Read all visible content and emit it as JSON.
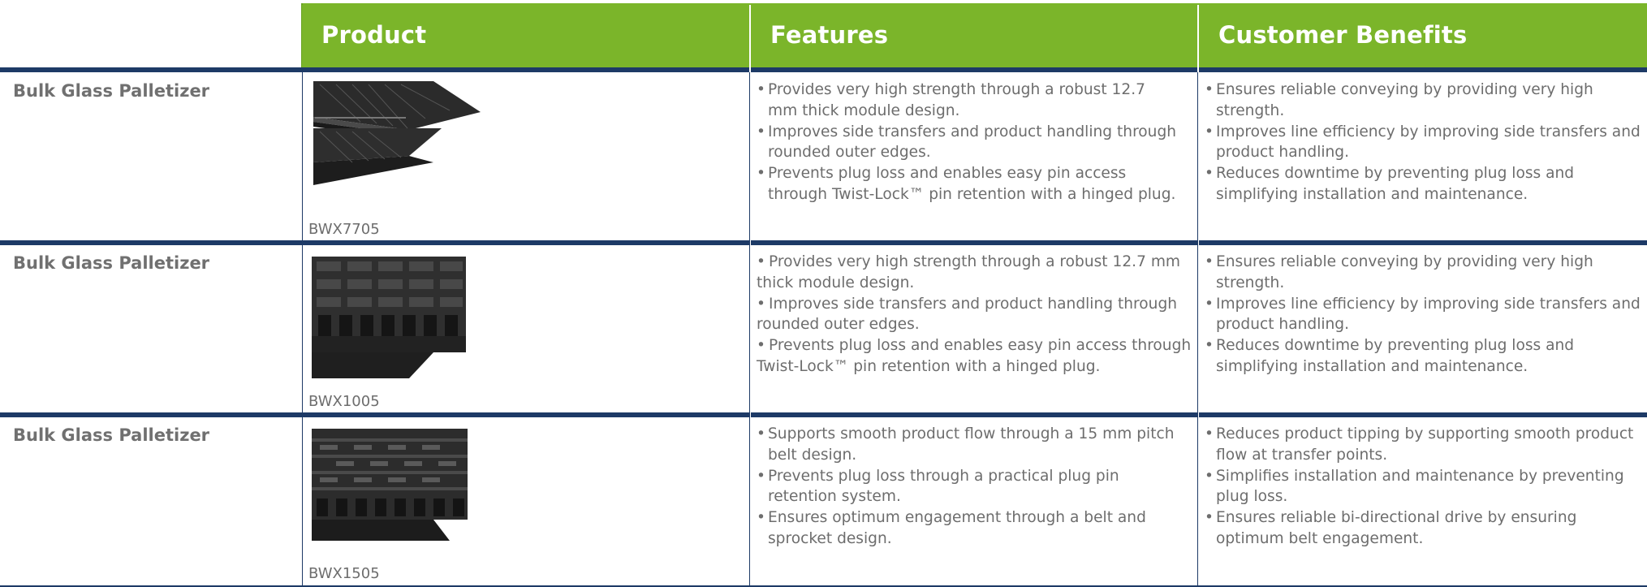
{
  "header": {
    "col_product": "Product",
    "col_features": "Features",
    "col_benefits": "Customer Benefits"
  },
  "rows": [
    {
      "application": "Bulk Glass Palletizer",
      "code": "BWX7705",
      "image_icon": "belt-module-flat-icon",
      "features": [
        "Provides very high strength through a robust 12.7 mm thick module design.",
        "Improves side transfers and product handling through rounded outer edges.",
        "Prevents plug loss and enables easy pin access through Twist-Lock™ pin retention with a hinged plug."
      ],
      "benefits": [
        "Ensures reliable conveying by providing very high strength.",
        "Improves line efficiency by improving side transfers and product handling.",
        "Reduces downtime by preventing plug loss and simplifying installation and maintenance."
      ]
    },
    {
      "application": "Bulk Glass Palletizer",
      "code": "BWX1005",
      "image_icon": "belt-module-ribbed-icon",
      "features": [
        "Provides very high strength through a robust 12.7 mm thick module design.",
        "Improves side transfers and product handling through rounded outer edges.",
        "Prevents plug loss and enables easy pin access through Twist-Lock™ pin retention with a hinged plug."
      ],
      "benefits": [
        "Ensures reliable conveying by providing very high strength.",
        "Improves line efficiency by improving side transfers and product handling.",
        "Reduces downtime by preventing plug loss and simplifying installation and maintenance."
      ]
    },
    {
      "application": "Bulk Glass Palletizer",
      "code": "BWX1505",
      "image_icon": "belt-module-pitch-icon",
      "features": [
        "Supports smooth product flow through a 15 mm pitch belt design.",
        "Prevents plug loss through a practical plug pin retention system.",
        "Ensures optimum engagement through a belt and sprocket design."
      ],
      "benefits": [
        "Reduces product tipping by supporting smooth product flow at transfer points.",
        "Simplifies installation and maintenance by preventing plug loss.",
        "Ensures reliable bi-directional drive by ensuring optimum belt engagement."
      ]
    }
  ],
  "colors": {
    "header_green": "#7bb52a",
    "rule_navy": "#1d3a66",
    "text_gray": "#6d6d6d"
  }
}
